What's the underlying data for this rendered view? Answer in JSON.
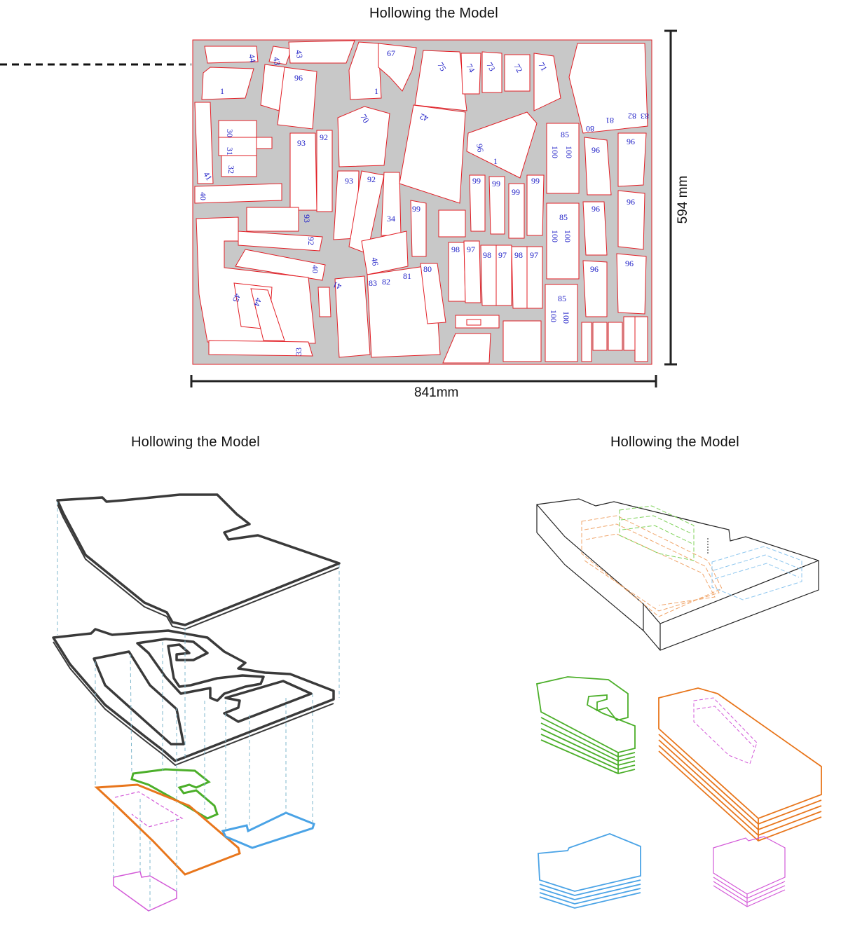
{
  "titles": {
    "top": "Hollowing the Model",
    "bottom_left": "Hollowing the Model",
    "bottom_right": "Hollowing the Model"
  },
  "dimensions": {
    "width": "841mm",
    "height": "594 mm"
  },
  "sheet": {
    "part_numbers": [
      "44",
      "43",
      "43",
      "96",
      "1",
      "67",
      "1",
      "75",
      "74",
      "73",
      "72",
      "71",
      "30",
      "31",
      "32",
      "41",
      "40",
      "93",
      "92",
      "70",
      "42",
      "96",
      "1",
      "85",
      "100",
      "100",
      "80",
      "81",
      "82",
      "83",
      "96",
      "96",
      "93",
      "92",
      "99",
      "99",
      "99",
      "99",
      "34",
      "99",
      "96",
      "96",
      "93",
      "92",
      "85",
      "100",
      "100",
      "40",
      "46",
      "98",
      "97",
      "98",
      "97",
      "98",
      "97",
      "96",
      "96",
      "45",
      "44",
      "41",
      "83",
      "82",
      "81",
      "80",
      "85",
      "100",
      "100",
      "33"
    ]
  },
  "colors": {
    "sheet_fill": "#c8c8c8",
    "cut_line": "#e21f26",
    "part_label": "#2323c8",
    "dimension_line": "#222222",
    "layer_green": "#4caf2a",
    "layer_orange": "#e8761c",
    "layer_blue": "#4aa3e6",
    "layer_magenta": "#d35ad8",
    "guide": "#7fb7cc"
  }
}
